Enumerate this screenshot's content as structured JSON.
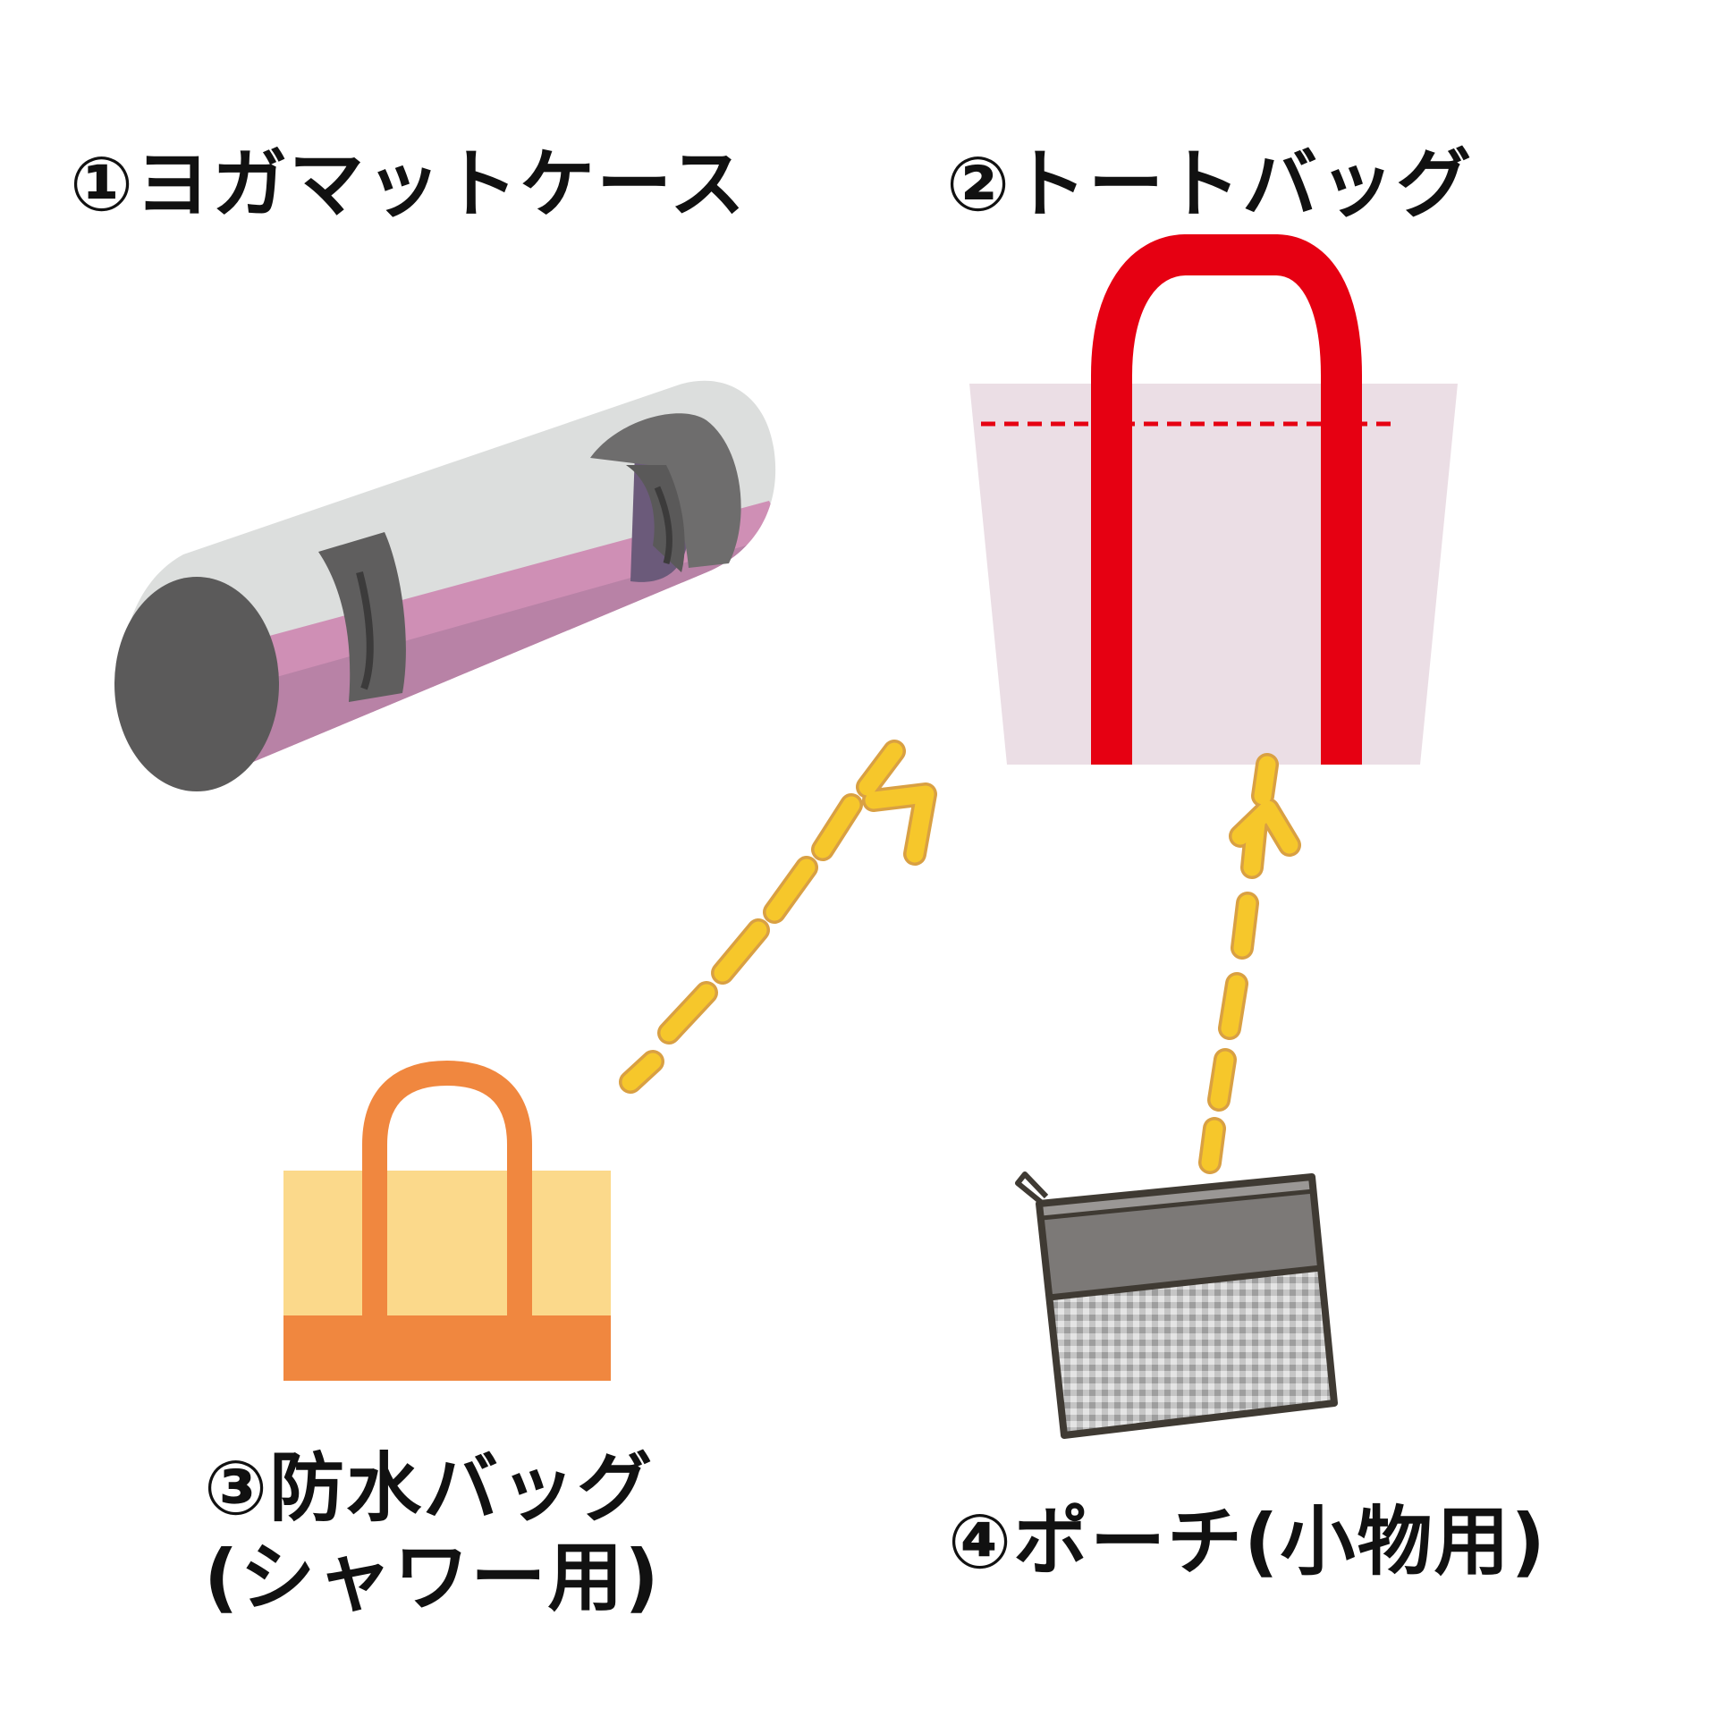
{
  "items": [
    {
      "id": 1,
      "label": "①ヨガマットケース",
      "name": "yoga-mat-case"
    },
    {
      "id": 2,
      "label": "②トートバッグ",
      "name": "tote-bag"
    },
    {
      "id": 3,
      "label_line1": "③防水バッグ",
      "label_line2": "(シャワー用)",
      "name": "waterproof-bag"
    },
    {
      "id": 4,
      "label": "④ポーチ(小物用)",
      "name": "pouch"
    }
  ],
  "arrows": [
    {
      "from": "waterproof-bag",
      "to": "tote-bag",
      "style": "dashed"
    },
    {
      "from": "pouch",
      "to": "tote-bag",
      "style": "dashed"
    }
  ],
  "colors": {
    "text": "#111111",
    "yoga_case_shell": "#dcdedd",
    "yoga_case_mat_light": "#cf8fb5",
    "yoga_case_mat_dark": "#b882a6",
    "yoga_case_strap": "#5b5a5a",
    "tote_body": "#ebdee5",
    "tote_handle": "#e60012",
    "waterproof_body": "#fbd98b",
    "waterproof_accent": "#f0873f",
    "pouch_top": "#7c7977",
    "pouch_outline": "#3f3a33",
    "pouch_gingham": "#b8b8b8",
    "arrow_fill": "#f6c72b",
    "arrow_stroke": "#d9a043"
  }
}
